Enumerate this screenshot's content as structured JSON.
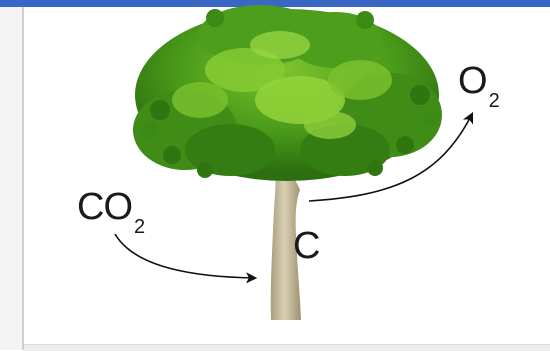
{
  "diagram": {
    "co2": {
      "main": "CO",
      "sub": "2"
    },
    "o2": {
      "main": "O",
      "sub": "2"
    },
    "carbon": {
      "main": "C"
    }
  },
  "colors": {
    "window_accent": "#3a66c4",
    "leaf_dark": "#2e7a12",
    "leaf_mid": "#4d9e1c",
    "leaf_light": "#8fce3a",
    "trunk": "#cfc5a8",
    "arrow": "#111111"
  },
  "icons": [
    "tree-icon",
    "arrow-icon"
  ]
}
